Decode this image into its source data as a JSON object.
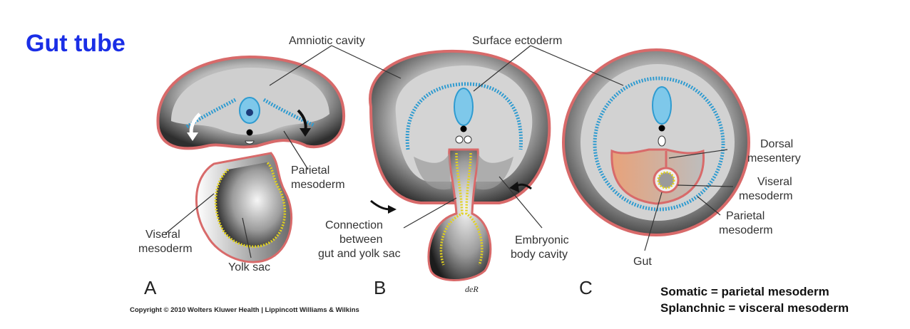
{
  "title": "Gut tube",
  "panels": [
    "A",
    "B",
    "C"
  ],
  "labels": {
    "amniotic_cavity": "Amniotic cavity",
    "surface_ectoderm": "Surface ectoderm",
    "parietal_mesoderm_a": "Parietal",
    "parietal_mesoderm_a2": "mesoderm",
    "viseral_mesoderm_a": "Viseral",
    "viseral_mesoderm_a2": "mesoderm",
    "yolk_sac": "Yolk sac",
    "connection_1": "Connection",
    "connection_2": "between",
    "connection_3": "gut and yolk sac",
    "embryonic_1": "Embryonic",
    "embryonic_2": "body cavity",
    "dorsal_1": "Dorsal",
    "dorsal_2": "mesentery",
    "viseral_c_1": "Viseral",
    "viseral_c_2": "mesoderm",
    "parietal_c_1": "Parietal",
    "parietal_c_2": "mesoderm",
    "gut": "Gut"
  },
  "copyright": "Copyright © 2010 Wolters Kluwer Health | Lippincott Williams & Wilkins",
  "signature": "deR",
  "notes": [
    "Somatic = parietal mesoderm",
    "Splanchnic = visceral mesoderm"
  ],
  "colors": {
    "title": "#1a2ee6",
    "mesoderm": "#d86a6a",
    "ectoderm": "#2f9bd0",
    "endoderm": "#e2d21e"
  }
}
